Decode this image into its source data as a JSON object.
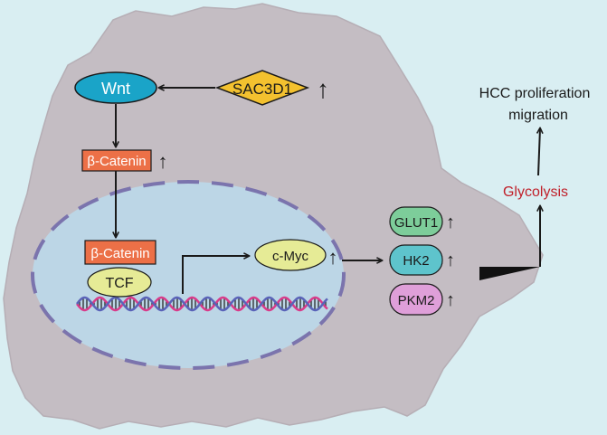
{
  "background_color": "#d9eef2",
  "cell": {
    "fill": "#c4bdc3"
  },
  "nucleus": {
    "fill": "#bcd6e6",
    "border": "#7b74ad"
  },
  "nodes": {
    "wnt": "Wnt",
    "sac3d1": "SAC3D1",
    "beta_catenin_cytoplasm": "β-Catenin",
    "beta_catenin_nucleus": "β-Catenin",
    "tcf": "TCF",
    "cmyc": "c-Myc",
    "glut1": "GLUT1",
    "hk2": "HK2",
    "pkm2": "PKM2",
    "glycolysis": "Glycolysis",
    "outcome_line1": "HCC proliferation",
    "outcome_line2": "migration"
  },
  "up_arrow_glyph": "↑",
  "colors": {
    "wnt": "#1aa4c8",
    "sac3d1": "#f3c12f",
    "beta_catenin": "#ec7047",
    "tcf": "#e6eb96",
    "cmyc": "#e6eb96",
    "glut1": "#7dcd9a",
    "hk2": "#5ec4cc",
    "pkm2": "#df9fd9",
    "glycolysis_text": "#c0202a",
    "dna_strand_a": "#d93b8a",
    "dna_strand_b": "#5a63b8"
  }
}
